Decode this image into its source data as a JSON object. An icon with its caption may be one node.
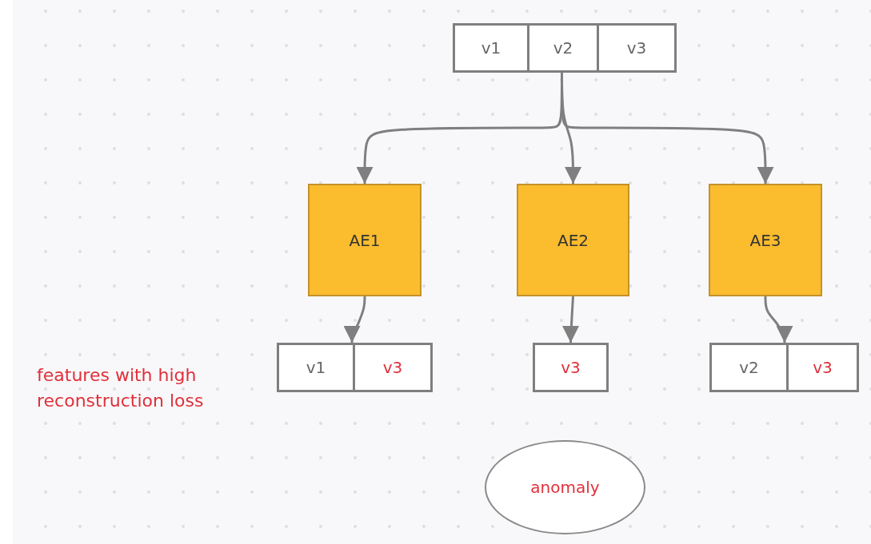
{
  "diagram": {
    "nodes": [
      {
        "text": [],
        "shape": "box"
      },
      {
        "text": [
          "v1"
        ],
        "in": 0
      },
      {
        "text": [
          "v2"
        ],
        "in": 0
      },
      {
        "text": [
          "v3"
        ],
        "in": 0
      },
      {
        "text": [
          "AE1"
        ]
      },
      {
        "text": [
          "AE2"
        ]
      },
      {
        "text": [
          "AE3"
        ]
      },
      {
        "text": [],
        "shape": "box"
      },
      {
        "text": [
          "v1"
        ],
        "in": 7
      },
      {
        "text": [
          "v3"
        ],
        "in": 7
      },
      {
        "text": [
          "v3"
        ]
      },
      {
        "text": [],
        "shape": "box"
      },
      {
        "text": [
          "v2"
        ],
        "in": 11
      },
      {
        "text": [
          "v3"
        ],
        "in": 11
      },
      {
        "text": [
          "anomaly"
        ]
      }
    ],
    "edges": [
      {
        "from": 2,
        "to": 4,
        "arrow": "to"
      },
      {
        "from": 2,
        "to": 5,
        "arrow": "to"
      },
      {
        "from": 2,
        "to": 6,
        "arrow": "to"
      },
      {
        "from": 4,
        "to": 7,
        "arrow": "to"
      },
      {
        "from": 5,
        "to": 10,
        "arrow": "to"
      },
      {
        "from": 6,
        "to": 11,
        "arrow": "to"
      }
    ],
    "labels": [
      "features with high reconstruction loss"
    ]
  }
}
